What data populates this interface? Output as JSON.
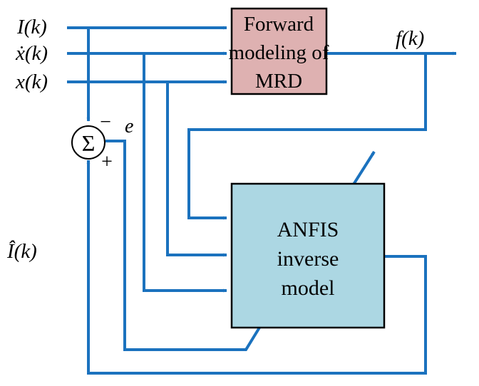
{
  "blocks": {
    "forward": {
      "lines": [
        "Forward",
        "modeling of",
        "MRD"
      ],
      "fill": "#deb1b1"
    },
    "anfis": {
      "lines": [
        "ANFIS",
        "inverse",
        "model"
      ],
      "fill": "#acd7e3"
    }
  },
  "signals": {
    "i_k": "I(k)",
    "xdot_k": "ẋ(k)",
    "x_k": "x(k)",
    "f_k": "f(k)",
    "ihat_k": "Î(k)",
    "e": "e"
  },
  "summer": {
    "symbol": "Σ",
    "minus": "−",
    "plus": "+"
  },
  "colors": {
    "line": "#1b72be",
    "border": "#000000",
    "text": "#000000"
  }
}
